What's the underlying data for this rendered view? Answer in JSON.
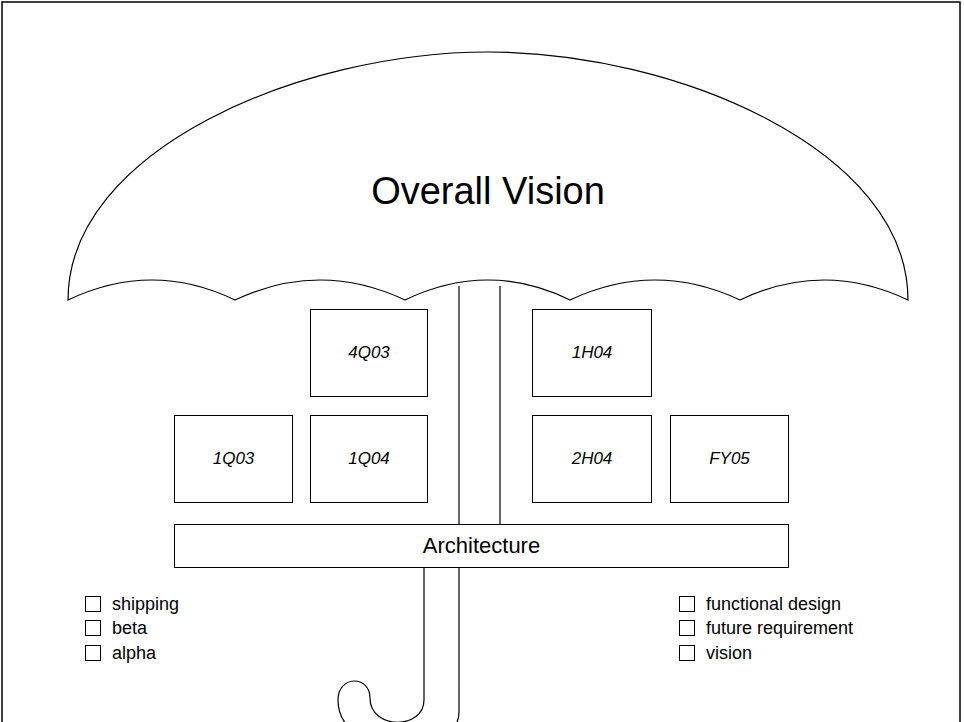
{
  "diagram": {
    "nodes": [
      {
        "text": [
          "Overall Vision"
        ]
      },
      {
        "text": [
          "4Q03"
        ]
      },
      {
        "text": [
          "1H04"
        ]
      },
      {
        "text": [
          "1Q03"
        ]
      },
      {
        "text": [
          "1Q04"
        ]
      },
      {
        "text": [
          "2H04"
        ]
      },
      {
        "text": [
          "FY05"
        ]
      },
      {
        "text": [
          "Architecture"
        ]
      }
    ],
    "legend": [
      {
        "text": "shipping",
        "color": "#ffffff"
      },
      {
        "text": "beta",
        "color": "#ffffff"
      },
      {
        "text": "alpha",
        "color": "#ffffff"
      },
      {
        "text": "functional design",
        "color": "#ffffff"
      },
      {
        "text": "future requirement",
        "color": "#ffffff"
      },
      {
        "text": "vision",
        "color": "#ffffff"
      }
    ]
  }
}
